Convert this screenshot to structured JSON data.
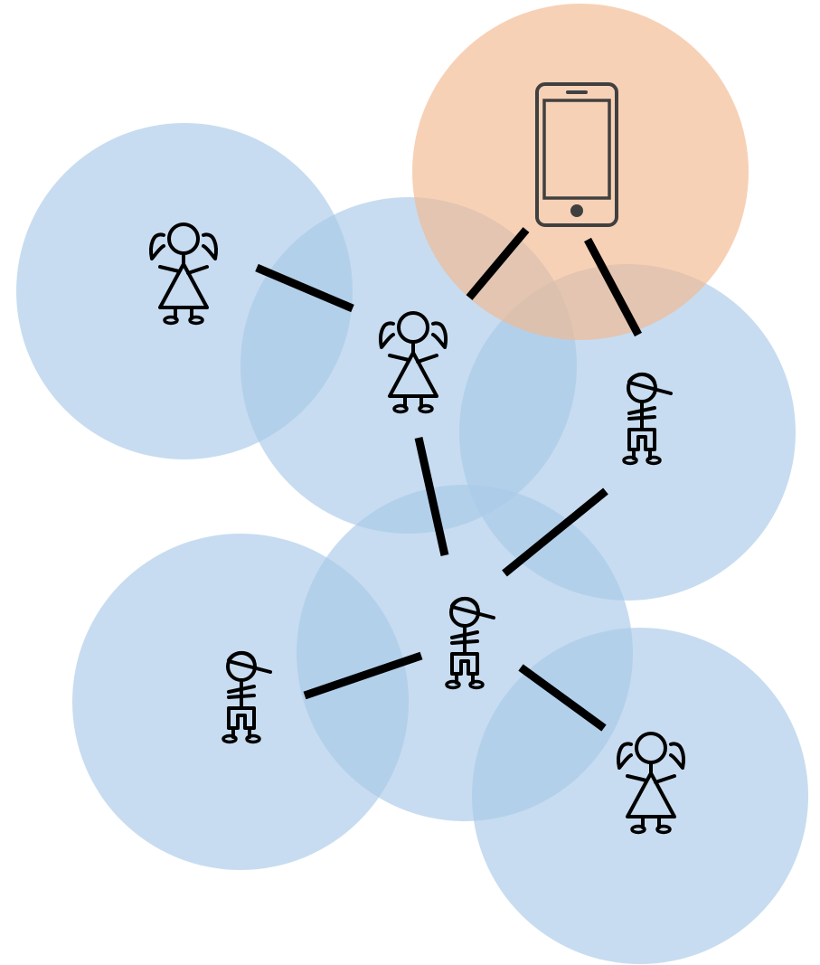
{
  "colors": {
    "person_range": "#a9c9e8",
    "phone_range": "#f2b98f",
    "link": "#000000",
    "phone_body": "#404040",
    "background": "#ffffff"
  },
  "nodes": [
    {
      "id": "girl-top-left",
      "kind": "person",
      "figure": "girl-icon"
    },
    {
      "id": "girl-center",
      "kind": "person",
      "figure": "girl-icon"
    },
    {
      "id": "phone",
      "kind": "device",
      "figure": "smartphone-icon"
    },
    {
      "id": "boy-right",
      "kind": "person",
      "figure": "boy-icon"
    },
    {
      "id": "boy-middle",
      "kind": "person",
      "figure": "boy-icon"
    },
    {
      "id": "boy-bottom-left",
      "kind": "person",
      "figure": "boy-icon"
    },
    {
      "id": "girl-bottom-right",
      "kind": "person",
      "figure": "girl-icon"
    }
  ],
  "links": [
    {
      "from": "girl-top-left",
      "to": "girl-center"
    },
    {
      "from": "girl-center",
      "to": "phone"
    },
    {
      "from": "phone",
      "to": "boy-right"
    },
    {
      "from": "girl-center",
      "to": "boy-middle"
    },
    {
      "from": "boy-right",
      "to": "boy-middle"
    },
    {
      "from": "boy-middle",
      "to": "boy-bottom-left"
    },
    {
      "from": "boy-middle",
      "to": "girl-bottom-right"
    }
  ]
}
